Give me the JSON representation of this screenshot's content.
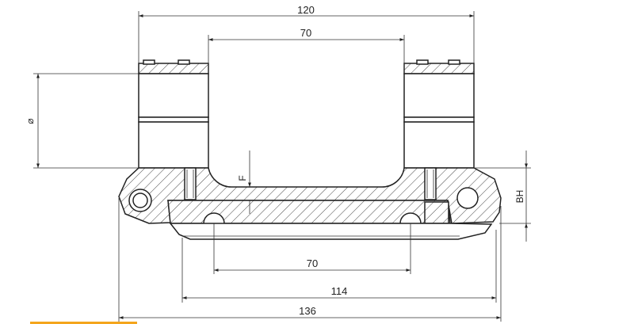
{
  "colors": {
    "line": "#222222",
    "background": "#ffffff",
    "accent_strip": "#f4a51c"
  },
  "dimensions": {
    "d120": "120",
    "d70_top": "70",
    "d70_bottom": "70",
    "d114": "114",
    "d136": "136",
    "phi": "⌀",
    "f": "F",
    "bh": "BH"
  }
}
